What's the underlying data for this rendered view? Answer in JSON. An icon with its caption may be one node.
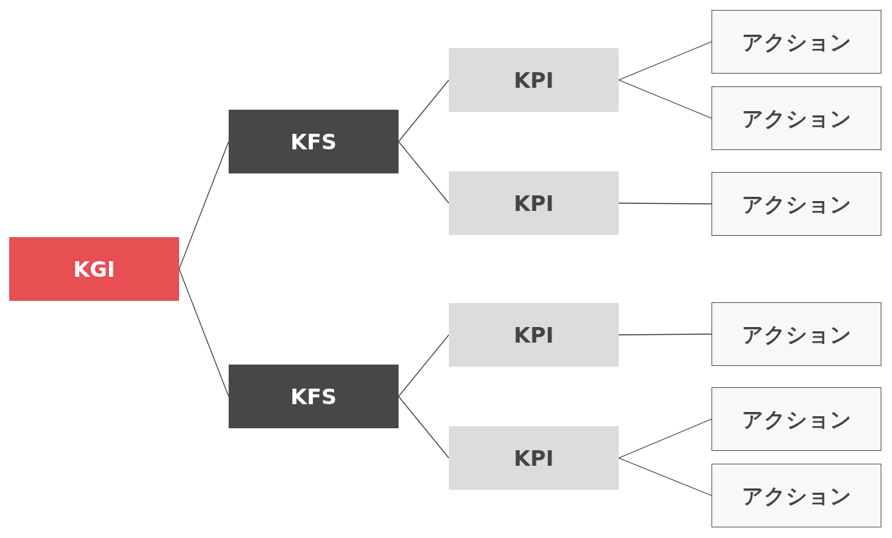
{
  "diagram": {
    "nodes": [
      {
        "text": [
          "KGI"
        ]
      },
      {
        "text": [
          "KFS"
        ]
      },
      {
        "text": [
          "KFS"
        ]
      },
      {
        "text": [
          "KPI"
        ]
      },
      {
        "text": [
          "KPI"
        ]
      },
      {
        "text": [
          "KPI"
        ]
      },
      {
        "text": [
          "KPI"
        ]
      },
      {
        "text": [
          "アクション"
        ]
      },
      {
        "text": [
          "アクション"
        ]
      },
      {
        "text": [
          "アクション"
        ]
      },
      {
        "text": [
          "アクション"
        ]
      },
      {
        "text": [
          "アクション"
        ]
      },
      {
        "text": [
          "アクション"
        ]
      }
    ],
    "edges": [
      {
        "from": 0,
        "to": 1,
        "arrow": "none"
      },
      {
        "from": 0,
        "to": 2,
        "arrow": "none"
      },
      {
        "from": 1,
        "to": 3,
        "arrow": "none"
      },
      {
        "from": 1,
        "to": 4,
        "arrow": "none"
      },
      {
        "from": 2,
        "to": 5,
        "arrow": "none"
      },
      {
        "from": 2,
        "to": 6,
        "arrow": "none"
      },
      {
        "from": 3,
        "to": 7,
        "arrow": "none"
      },
      {
        "from": 3,
        "to": 8,
        "arrow": "none"
      },
      {
        "from": 4,
        "to": 9,
        "arrow": "none"
      },
      {
        "from": 5,
        "to": 10,
        "arrow": "none"
      },
      {
        "from": 6,
        "to": 11,
        "arrow": "none"
      },
      {
        "from": 6,
        "to": 12,
        "arrow": "none"
      }
    ]
  }
}
